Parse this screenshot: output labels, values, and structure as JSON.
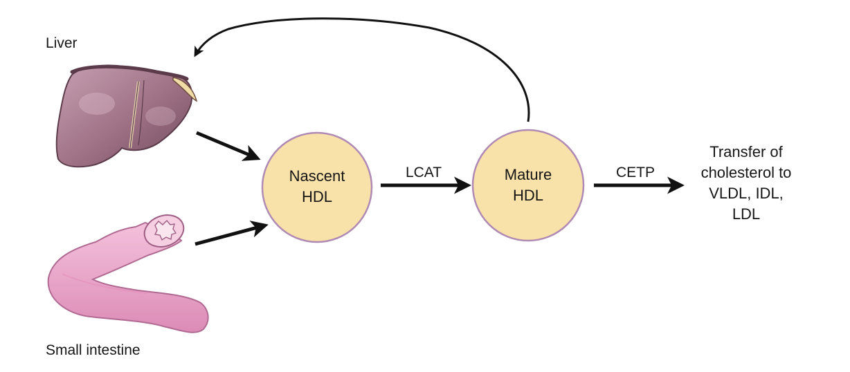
{
  "colors": {
    "node_fill": "#f8e2aa",
    "node_stroke": "#b08ab4",
    "arrow": "#111111",
    "liver": "#a57a8c",
    "intestine": "#eaa3c7"
  },
  "organs": {
    "liver": {
      "label": "Liver",
      "icon": "liver-icon"
    },
    "intestine": {
      "label": "Small intestine",
      "icon": "small-intestine-icon"
    }
  },
  "nodes": {
    "nascent": {
      "line1": "Nascent",
      "line2": "HDL"
    },
    "mature": {
      "line1": "Mature",
      "line2": "HDL"
    }
  },
  "edges": {
    "lcat": {
      "label": "LCAT"
    },
    "cetp": {
      "label": "CETP"
    }
  },
  "output": {
    "lines": [
      "Transfer of",
      "cholesterol to",
      "VLDL, IDL,",
      "LDL"
    ]
  }
}
